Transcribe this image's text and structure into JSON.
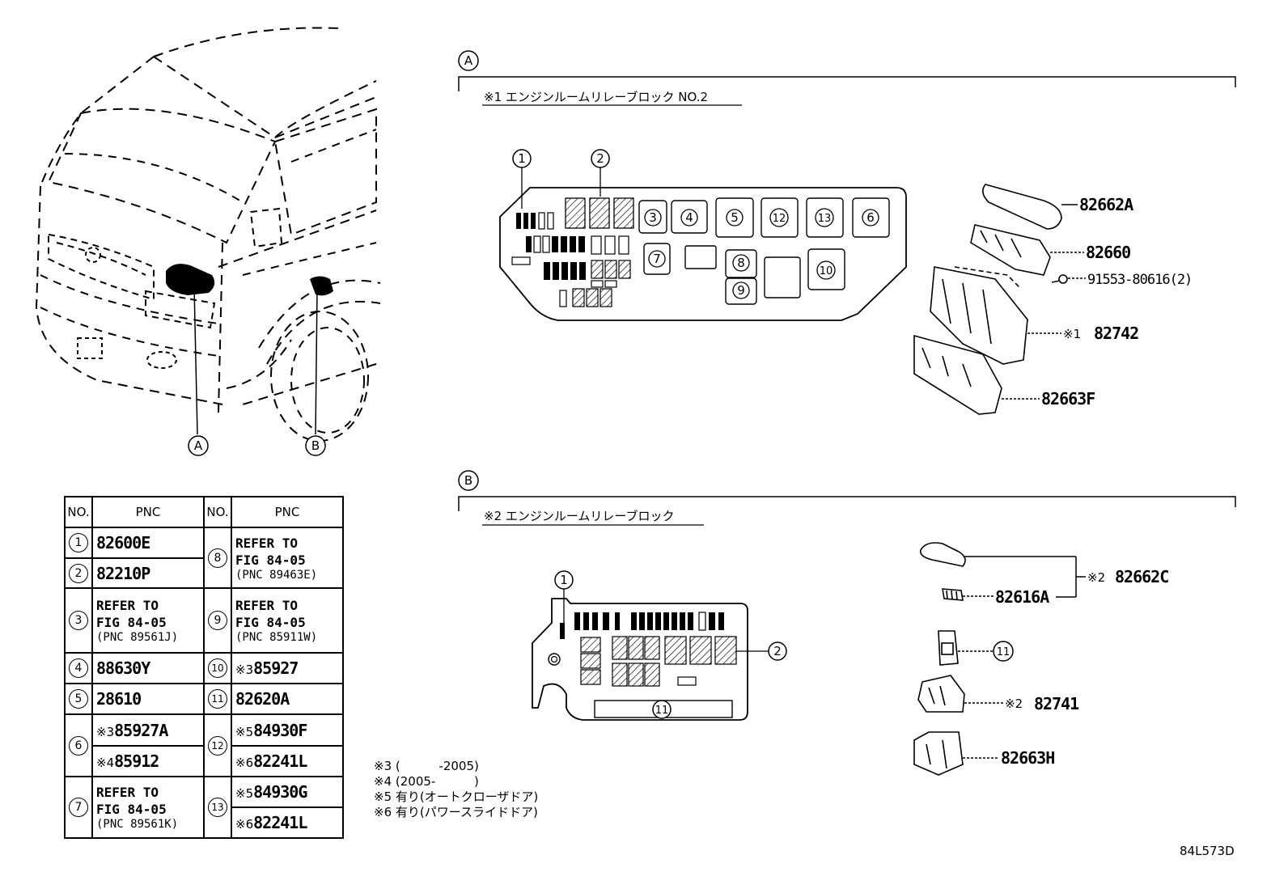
{
  "section_a": {
    "label": "A",
    "title": "※1 エンジンルームリレーブロック NO.2",
    "callouts": [
      "1",
      "2"
    ],
    "slots": [
      "3",
      "4",
      "5",
      "12",
      "13",
      "6",
      "7",
      "8",
      "9",
      "10"
    ],
    "parts": [
      {
        "label": "82662A"
      },
      {
        "label": "82660"
      },
      {
        "label": "91553-80616(2)"
      },
      {
        "note": "※1",
        "label": "82742"
      },
      {
        "label": "82663F"
      }
    ]
  },
  "section_b": {
    "label": "B",
    "title": "※2 エンジンルームリレーブロック",
    "callouts": [
      "1",
      "2",
      "11"
    ],
    "parts": [
      {
        "note": "※2",
        "label": "82662C"
      },
      {
        "label": "82616A"
      },
      {
        "callout": "11"
      },
      {
        "note": "※2",
        "label": "82741"
      },
      {
        "label": "82663H"
      }
    ]
  },
  "vehicle_callouts": [
    "A",
    "B"
  ],
  "table": {
    "headers": [
      "NO.",
      "PNC",
      "NO.",
      "PNC"
    ],
    "left": [
      {
        "no": "1",
        "pnc": "82600E"
      },
      {
        "no": "2",
        "pnc": "82210P"
      },
      {
        "no": "3",
        "ref1": "REFER TO",
        "ref2": "FIG 84-05",
        "sub": "(PNC 89561J)"
      },
      {
        "no": "4",
        "pnc": "88630Y"
      },
      {
        "no": "5",
        "pnc": "28610"
      },
      {
        "no": "6",
        "rows": [
          {
            "note": "※3",
            "pnc": "85927A"
          },
          {
            "note": "※4",
            "pnc": "85912"
          }
        ]
      },
      {
        "no": "7",
        "ref1": "REFER TO",
        "ref2": "FIG 84-05",
        "sub": "(PNC 89561K)"
      }
    ],
    "right": [
      {
        "no": "8",
        "ref1": "REFER TO",
        "ref2": "FIG 84-05",
        "sub": "(PNC 89463E)"
      },
      {
        "no": "9",
        "ref1": "REFER TO",
        "ref2": "FIG 84-05",
        "sub": "(PNC 85911W)"
      },
      {
        "no": "10",
        "note": "※3",
        "pnc": "85927"
      },
      {
        "no": "11",
        "pnc": "82620A"
      },
      {
        "no": "12",
        "rows": [
          {
            "note": "※5",
            "pnc": "84930F"
          },
          {
            "note": "※6",
            "pnc": "82241L"
          }
        ]
      },
      {
        "no": "13",
        "rows": [
          {
            "note": "※5",
            "pnc": "84930G"
          },
          {
            "note": "※6",
            "pnc": "82241L"
          }
        ]
      }
    ]
  },
  "notes": [
    "※3 (          -2005)",
    "※4 (2005-          )",
    "※5 有り(オートクローザドア)",
    "※6 有り(パワースライドドア)"
  ],
  "figure_code": "84L573D"
}
